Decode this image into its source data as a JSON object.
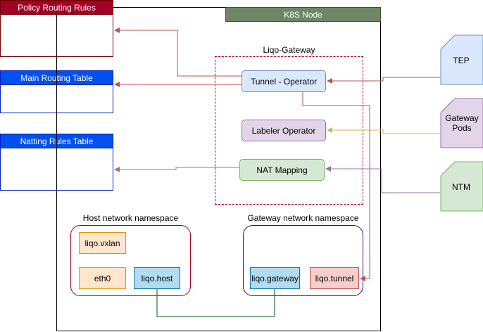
{
  "diagram": {
    "k8s_node": {
      "title": "K8S Node"
    },
    "tables": [
      {
        "title": "Policy Routing Rules"
      },
      {
        "title": "Main Routing Table"
      },
      {
        "title": "Natting Rules Table"
      }
    ],
    "liqo_gateway": {
      "title": "Liqo-Gateway",
      "components": [
        "Tunnel - Operator",
        "Labeler Operator",
        "NAT Mapping"
      ]
    },
    "host_namespace": {
      "title": "Host network namespace",
      "interfaces": [
        "liqo.vxlan",
        "eth0",
        "liqo.host"
      ]
    },
    "gateway_namespace": {
      "title": "Gateway network namespace",
      "interfaces": [
        "liqo.gateway",
        "liqo.tunnel"
      ]
    },
    "resources": [
      {
        "label": "TEP"
      },
      {
        "label": "Gateway\nPods"
      },
      {
        "label": "NTM"
      }
    ]
  },
  "colors": {
    "node_header": "#6d8764",
    "policy": "#a20025",
    "routing": "#0050ef",
    "tunnel_fill": "#dae8fc",
    "tunnel_border": "#6c8ebf",
    "labeler_fill": "#e1d5e7",
    "labeler_border": "#9673a6",
    "nat_fill": "#d5e8d4",
    "nat_border": "#82b366",
    "orange_fill": "#ffe6cc",
    "orange_border": "#d79b00",
    "cyan_fill": "#b1ddf0",
    "cyan_border": "#10739e",
    "red_fill": "#f8cecc",
    "red_border": "#b85450",
    "arrow_red": "#b85450",
    "arrow_orange": "#d6b656",
    "arrow_purple": "#9673a6",
    "link_green": "#005700"
  }
}
